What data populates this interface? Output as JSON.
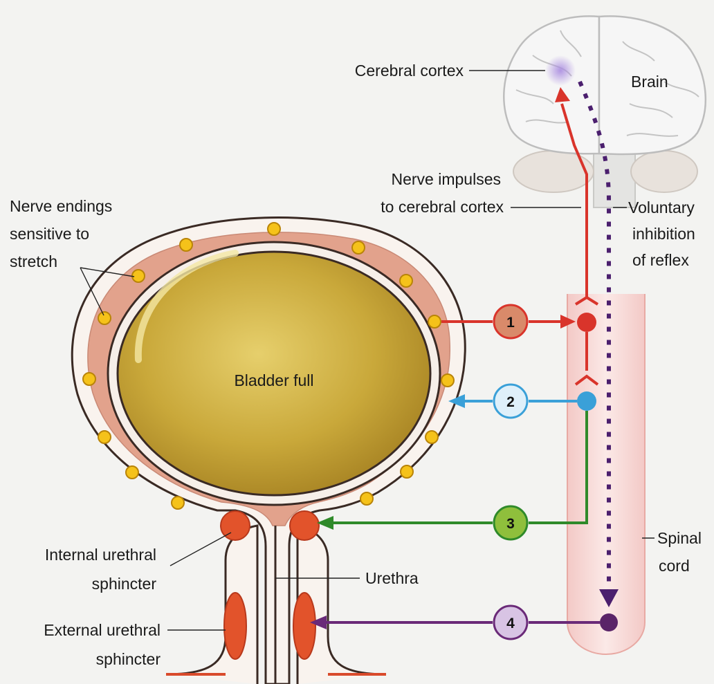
{
  "labels": {
    "cerebral_cortex": "Cerebral cortex",
    "brain": "Brain",
    "nerve_impulses_line1": "Nerve impulses",
    "nerve_impulses_line2": "to cerebral cortex",
    "voluntary_line1": "Voluntary",
    "voluntary_line2": "inhibition",
    "voluntary_line3": "of reflex",
    "nerve_endings_line1": "Nerve endings",
    "nerve_endings_line2": "sensitive to",
    "nerve_endings_line3": "stretch",
    "bladder_full": "Bladder full",
    "internal_line1": "Internal urethral",
    "internal_line2": "sphincter",
    "urethra": "Urethra",
    "external_line1": "External urethral",
    "external_line2": "sphincter",
    "spinal_line1": "Spinal",
    "spinal_line2": "cord"
  },
  "pathways": [
    {
      "number": "1",
      "color": "#d9342b",
      "badge_fill": "#d98a6a"
    },
    {
      "number": "2",
      "color": "#3aa0d8",
      "badge_fill": "#dff0fa"
    },
    {
      "number": "3",
      "color": "#2f8a2a",
      "badge_fill": "#8fbf3c"
    },
    {
      "number": "4",
      "color": "#6a2a78",
      "badge_fill": "#d8c4e4"
    }
  ],
  "colors": {
    "bladder_wall": "#e2a28c",
    "bladder_contents": "#c4a336",
    "nerve_ending": "#f5c21a",
    "sphincter": "#e2532b",
    "spinal_cord": "#f7d6d3",
    "inhibition_arrow": "#4b1f6e"
  }
}
